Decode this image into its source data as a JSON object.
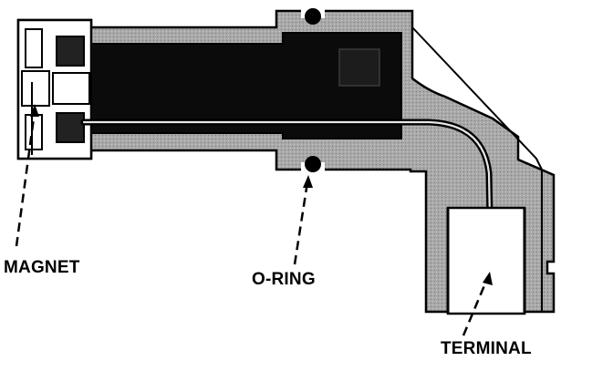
{
  "labels": {
    "magnet": "MAGNET",
    "o_ring": "O-RING",
    "terminal": "TERMINAL"
  },
  "colors": {
    "housing_fill": "#a9a9a9",
    "core_fill": "#0b0b0b",
    "outline": "#000000",
    "background": "#ffffff"
  }
}
